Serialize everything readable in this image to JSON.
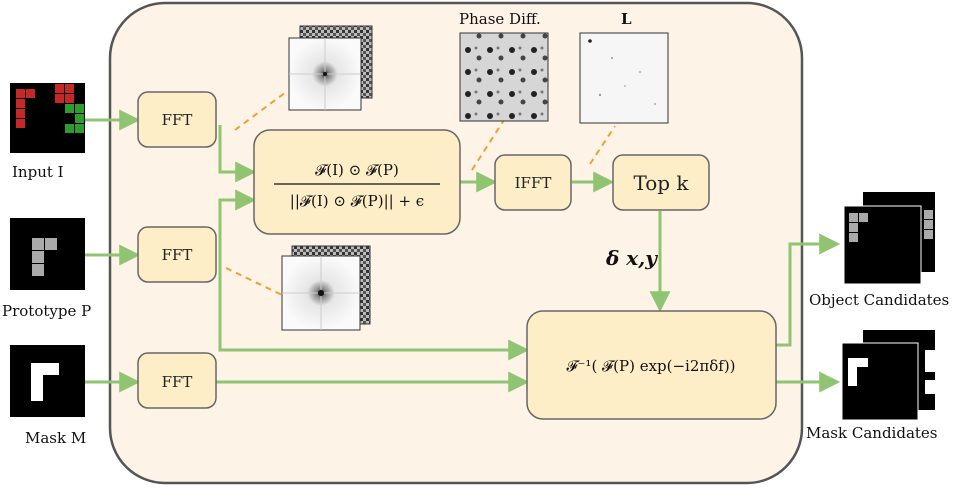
{
  "labels": {
    "input": "Input I",
    "prototype": "Prototype P",
    "mask": "Mask M",
    "phase_diff": "Phase Diff.",
    "l_map": "L",
    "object_candidates": "Object Candidates",
    "mask_candidates": "Mask Candidates",
    "delta": "δ x,y"
  },
  "boxes": {
    "fft_1": "FFT",
    "fft_2": "FFT",
    "fft_3": "FFT",
    "ifft": "IFFT",
    "topk": "Top k",
    "formula_num": "𝓕(I) ⊙ 𝓕(P)",
    "formula_den": "||𝓕(I) ⊙ 𝓕(P)|| + ϵ",
    "inverse_formula": "𝓕⁻¹( 𝓕(P) exp(−i2πδf))"
  },
  "colors": {
    "panel_fill": "#fdf3e7",
    "panel_stroke": "#555555",
    "box_fill": "#fdeec8",
    "box_stroke": "#666666",
    "arrow": "#90c472",
    "dash": "#f0a030"
  }
}
